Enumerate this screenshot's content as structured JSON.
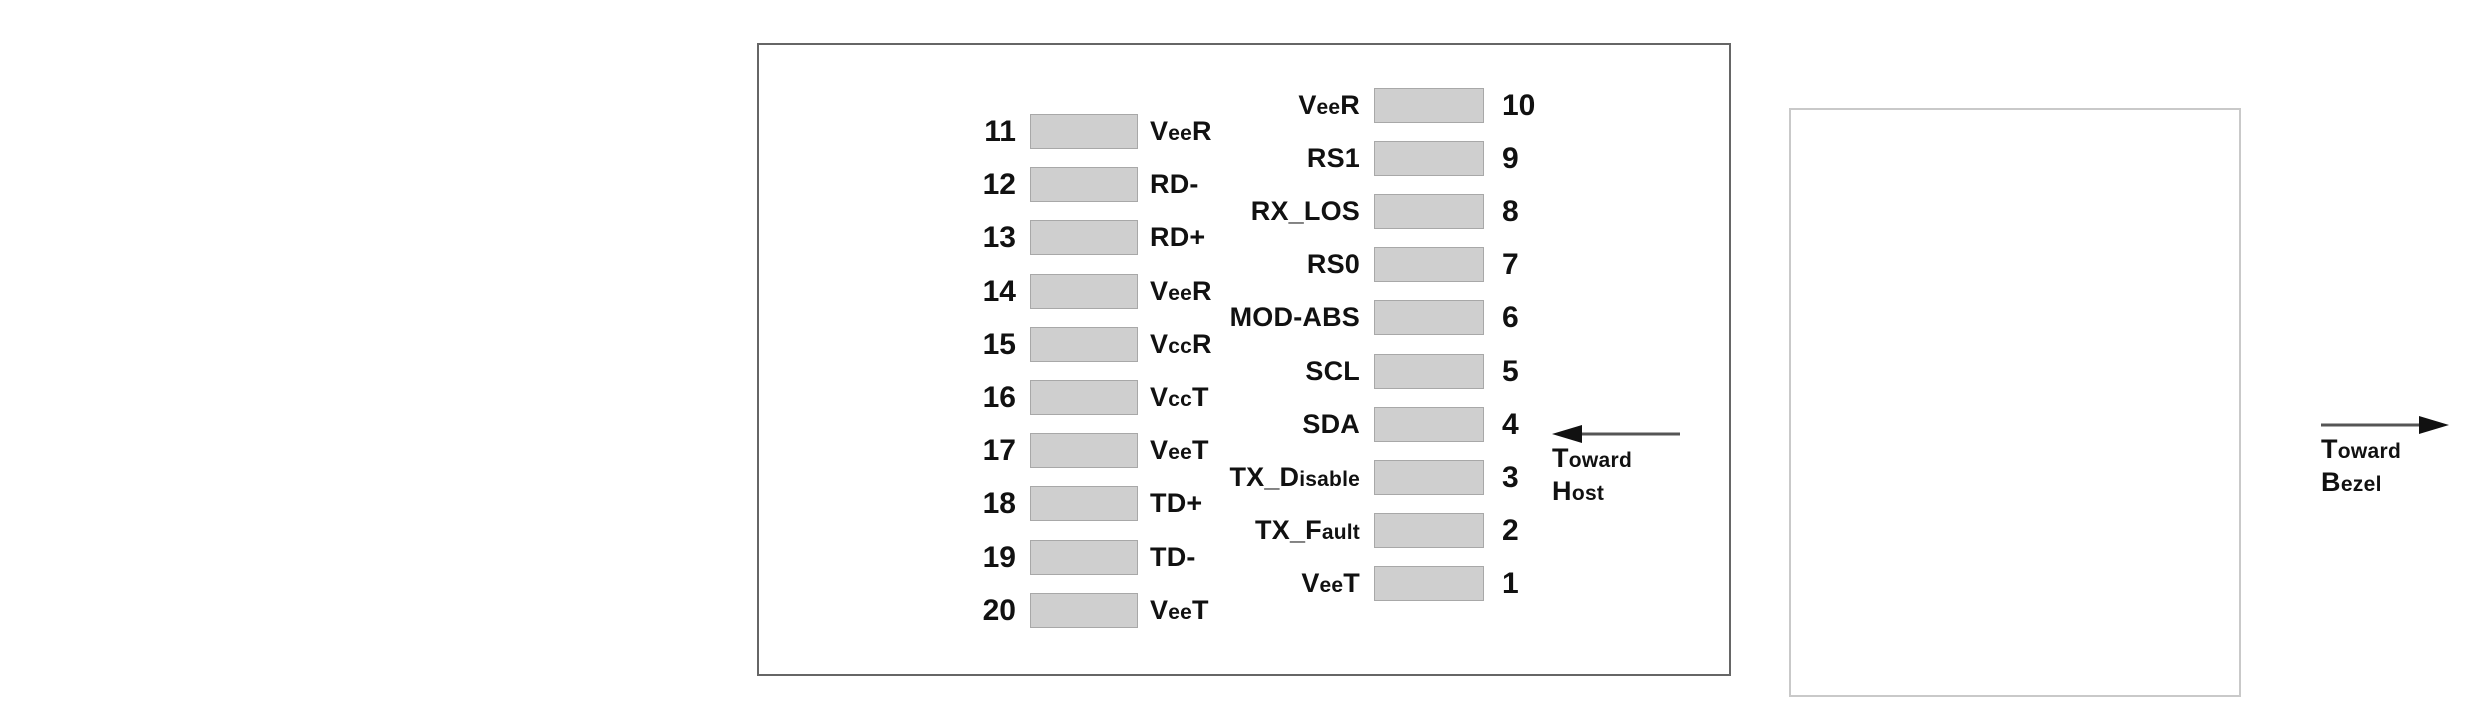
{
  "figure": {
    "type": "connector-pinout-diagram",
    "left_column": {
      "pins": [
        {
          "number": "11",
          "signal_prefix": "V",
          "signal_sub": "ee",
          "signal_suffix": "R",
          "signal_full": "VeeR"
        },
        {
          "number": "12",
          "signal_prefix": "RD-",
          "signal_sub": "",
          "signal_suffix": "",
          "signal_full": "RD-"
        },
        {
          "number": "13",
          "signal_prefix": "RD+",
          "signal_sub": "",
          "signal_suffix": "",
          "signal_full": "RD+"
        },
        {
          "number": "14",
          "signal_prefix": "V",
          "signal_sub": "ee",
          "signal_suffix": "R",
          "signal_full": "VeeR"
        },
        {
          "number": "15",
          "signal_prefix": "V",
          "signal_sub": "cc",
          "signal_suffix": "R",
          "signal_full": "VccR"
        },
        {
          "number": "16",
          "signal_prefix": "V",
          "signal_sub": "cc",
          "signal_suffix": "T",
          "signal_full": "VccT"
        },
        {
          "number": "17",
          "signal_prefix": "V",
          "signal_sub": "ee",
          "signal_suffix": "T",
          "signal_full": "VeeT"
        },
        {
          "number": "18",
          "signal_prefix": "TD+",
          "signal_sub": "",
          "signal_suffix": "",
          "signal_full": "TD+"
        },
        {
          "number": "19",
          "signal_prefix": "TD-",
          "signal_sub": "",
          "signal_suffix": "",
          "signal_full": "TD-"
        },
        {
          "number": "20",
          "signal_prefix": "V",
          "signal_sub": "ee",
          "signal_suffix": "T",
          "signal_full": "VeeT"
        }
      ]
    },
    "right_column": {
      "pins": [
        {
          "number": "10",
          "signal_prefix": "V",
          "signal_sub": "ee",
          "signal_suffix": "R",
          "signal_full": "VeeR"
        },
        {
          "number": "9",
          "signal_prefix": "RS1",
          "signal_sub": "",
          "signal_suffix": "",
          "signal_full": "RS1"
        },
        {
          "number": "8",
          "signal_prefix": "RX_LOS",
          "signal_sub": "",
          "signal_suffix": "",
          "signal_full": "RX_LOS"
        },
        {
          "number": "7",
          "signal_prefix": "RS0",
          "signal_sub": "",
          "signal_suffix": "",
          "signal_full": "RS0"
        },
        {
          "number": "6",
          "signal_prefix": "MOD-ABS",
          "signal_sub": "",
          "signal_suffix": "",
          "signal_full": "MOD-ABS"
        },
        {
          "number": "5",
          "signal_prefix": "SCL",
          "signal_sub": "",
          "signal_suffix": "",
          "signal_full": "SCL"
        },
        {
          "number": "4",
          "signal_prefix": "SDA",
          "signal_sub": "",
          "signal_suffix": "",
          "signal_full": "SDA"
        },
        {
          "number": "3",
          "signal_prefix": "TX_D",
          "signal_sub": "isable",
          "signal_suffix": "",
          "signal_full": "TX_Disable"
        },
        {
          "number": "2",
          "signal_prefix": "TX_F",
          "signal_sub": "ault",
          "signal_suffix": "",
          "signal_full": "TX_Fault"
        },
        {
          "number": "1",
          "signal_prefix": "V",
          "signal_sub": "ee",
          "signal_suffix": "T",
          "signal_full": "VeeT"
        }
      ]
    },
    "annotations": {
      "host": {
        "line1_prefix": "T",
        "line1_sub": "oward",
        "line2_prefix": "H",
        "line2_sub": "ost",
        "full": "Toward Host",
        "arrow_direction": "left"
      },
      "bezel": {
        "line1_prefix": "T",
        "line1_sub": "oward",
        "line2_prefix": "B",
        "line2_sub": "ezel",
        "full": "Toward Bezel",
        "arrow_direction": "right"
      }
    },
    "colors": {
      "pad_fill": "#cfcfcf",
      "pad_border": "#a8a8a8",
      "body_border": "#c9c9c9",
      "frame_border": "#666666",
      "text": "#111111"
    }
  }
}
